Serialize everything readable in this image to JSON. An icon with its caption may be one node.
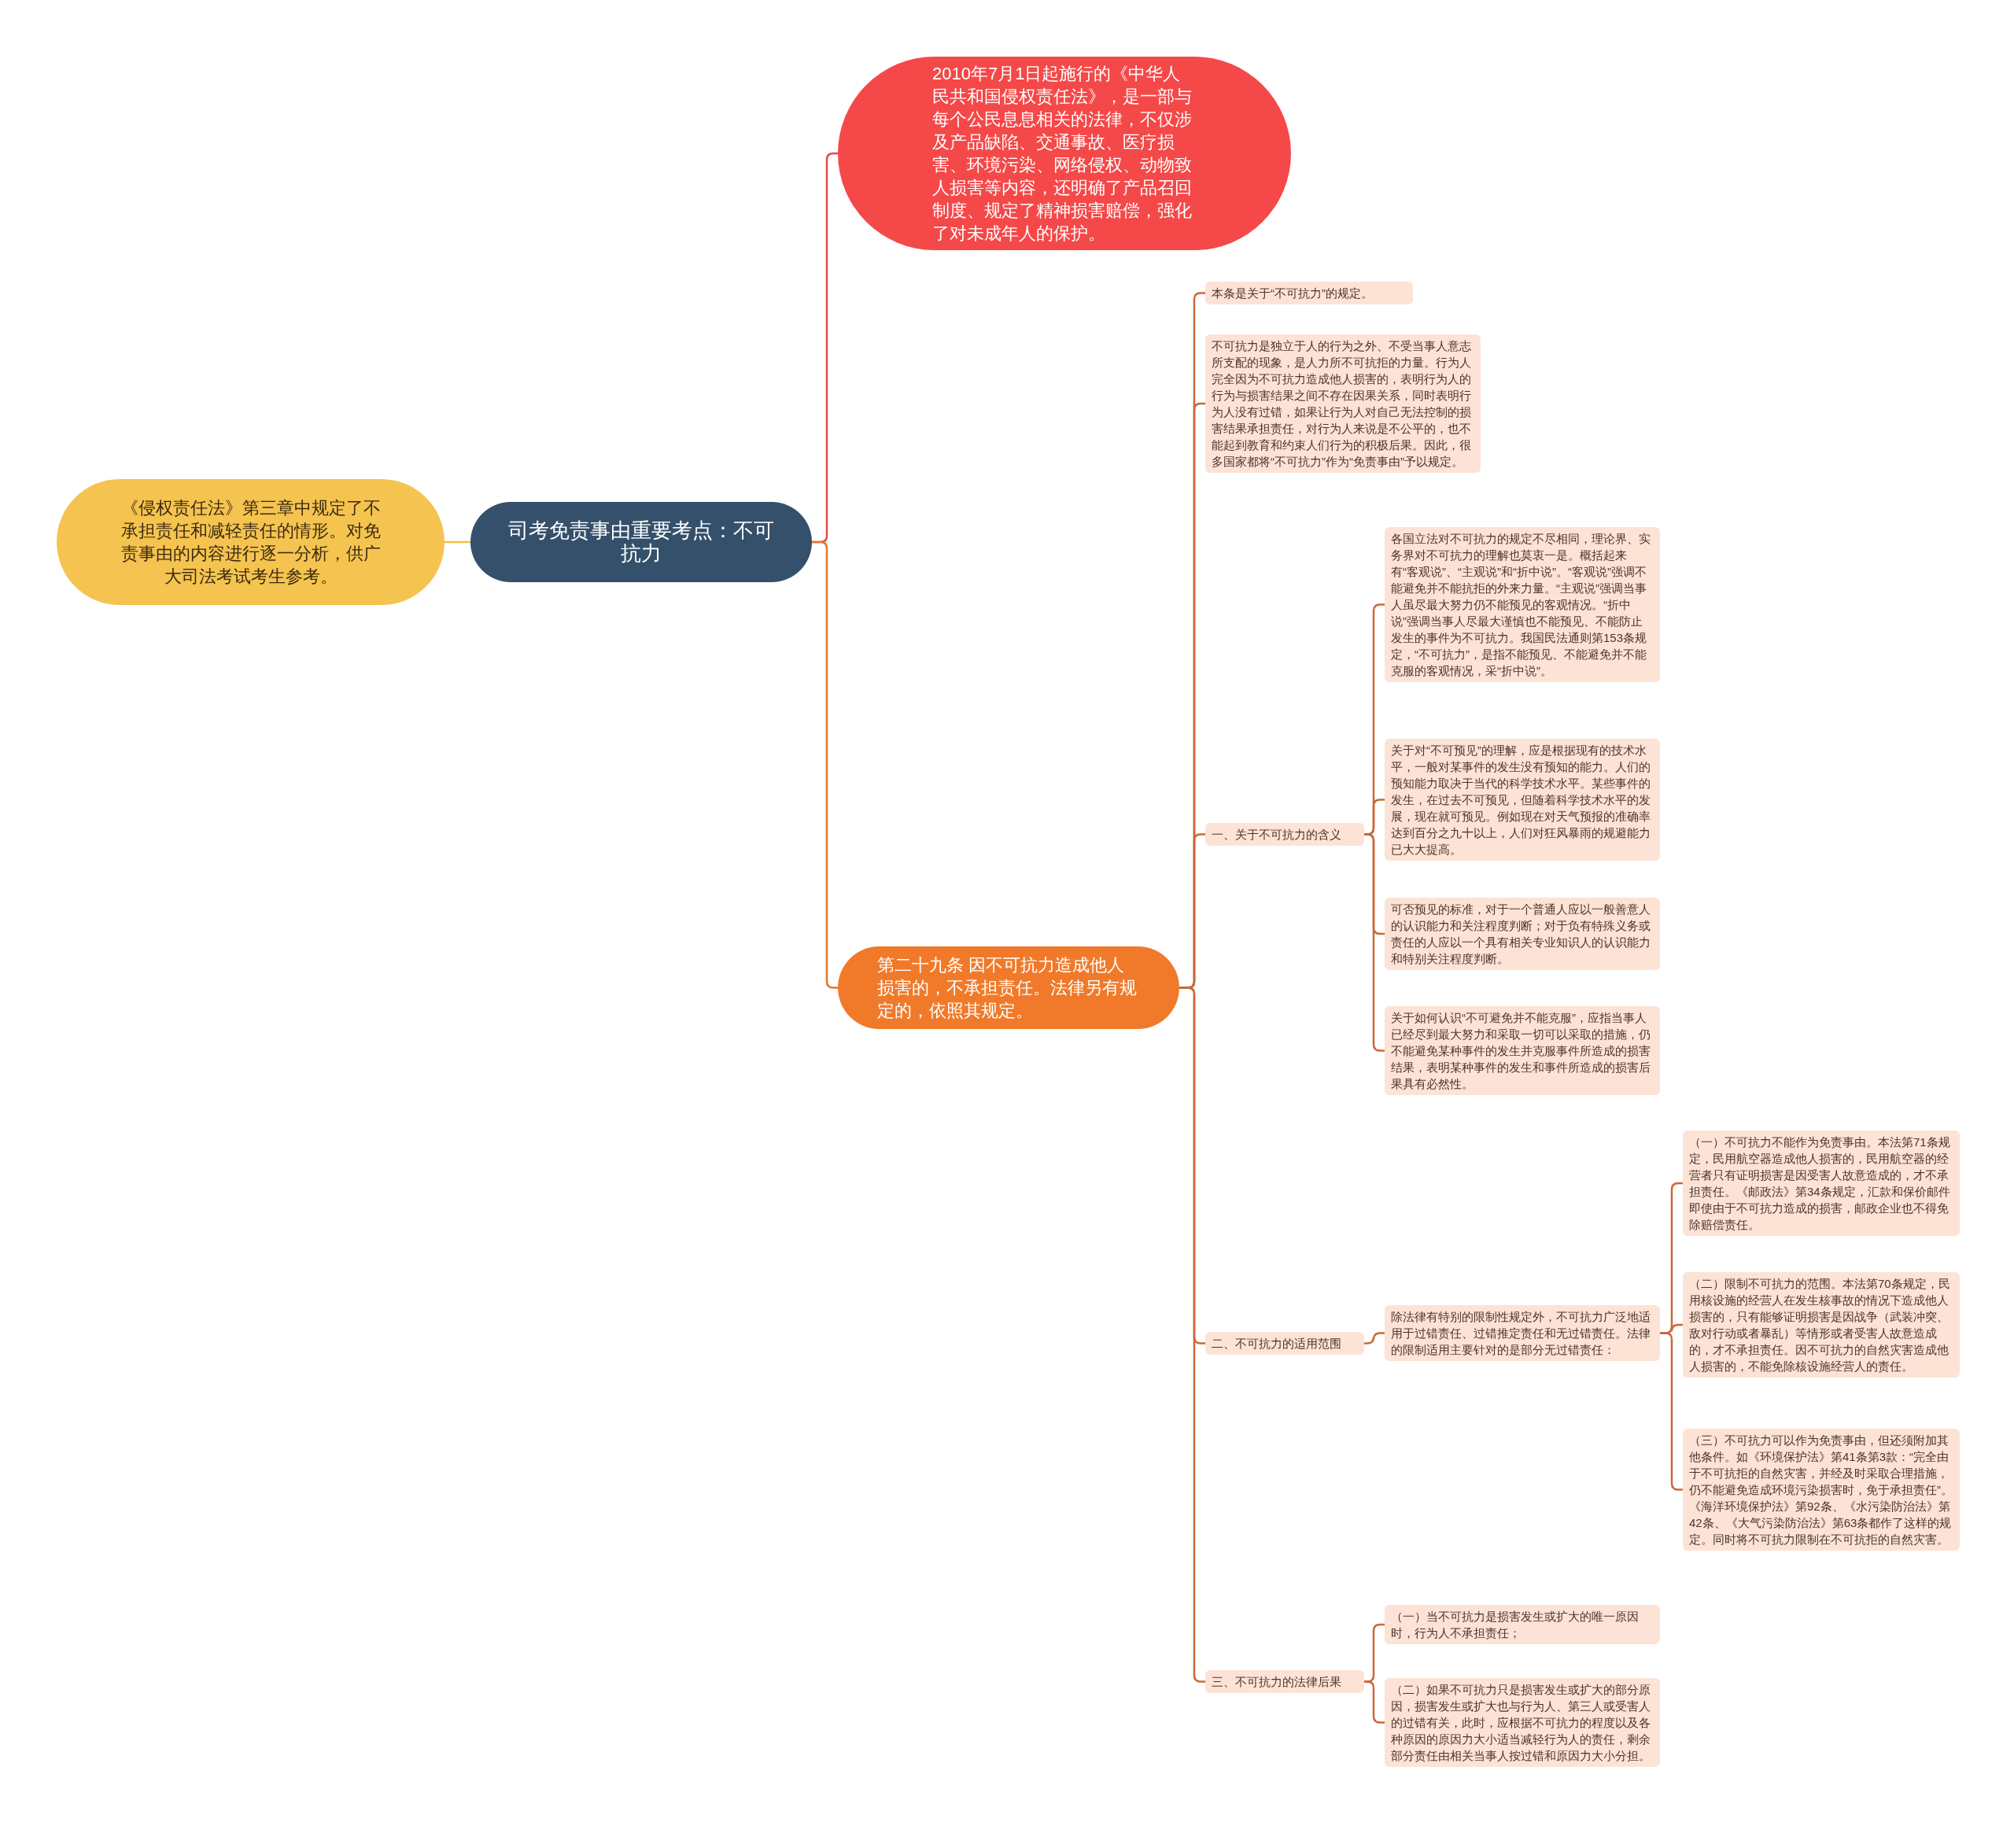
{
  "diagram": {
    "nodes": [
      {
        "text": [
          "司考免责事由重要考点：不可抗力"
        ]
      },
      {
        "text": [
          "2010年7月1日起施行的《中华人民共和国侵权责任法》，是一部与每个公民息息相关的法律，不仅涉及产品缺陷、交通事故、医疗损害、环境污染、网络侵权、动物致人损害等内容，还明确了产品召回制度、规定了精神损害赔偿，强化了对未成年人的保护。"
        ]
      },
      {
        "text": [
          "《侵权责任法》第三章中规定了不承担责任和减轻责任的情形。对免责事由的内容进行逐一分析，供广大司法考试考生参考。"
        ]
      },
      {
        "text": [
          "第二十九条 因不可抗力造成他人损害的，不承担责任。法律另有规定的，依照其规定。"
        ]
      },
      {
        "text": [
          "本条是关于“不可抗力”的规定。"
        ]
      },
      {
        "text": [
          "不可抗力是独立于人的行为之外、不受当事人意志所支配的现象，是人力所不可抗拒的力量。行为人完全因为不可抗力造成他人损害的，表明行为人的行为与损害结果之间不存在因果关系，同时表明行为人没有过错，如果让行为人对自己无法控制的损害结果承担责任，对行为人来说是不公平的，也不能起到教育和约束人们行为的积极后果。因此，很多国家都将“不可抗力”作为“免责事由”予以规定。"
        ]
      },
      {
        "text": [
          "一、关于不可抗力的含义"
        ]
      },
      {
        "text": [
          "各国立法对不可抗力的规定不尽相同，理论界、实务界对不可抗力的理解也莫衷一是。概括起来有“客观说”、“主观说”和“折中说”。“客观说”强调不能避免并不能抗拒的外来力量。“主观说”强调当事人虽尽最大努力仍不能预见的客观情况。“折中说”强调当事人尽最大谨慎也不能预见、不能防止发生的事件为不可抗力。我国民法通则第153条规定，“不可抗力”，是指不能预见、不能避免并不能克服的客观情况，采“折中说”。"
        ]
      },
      {
        "text": [
          "关于对“不可预见”的理解，应是根据现有的技术水平，一般对某事件的发生没有预知的能力。人们的预知能力取决于当代的科学技术水平。某些事件的发生，在过去不可预见，但随着科学技术水平的发展，现在就可预见。例如现在对天气预报的准确率达到百分之九十以上，人们对狂风暴雨的规避能力已大大提高。"
        ]
      },
      {
        "text": [
          "可否预见的标准，对于一个普通人应以一般善意人的认识能力和关注程度判断；对于负有特殊义务或责任的人应以一个具有相关专业知识人的认识能力和特别关注程度判断。"
        ]
      },
      {
        "text": [
          "关于如何认识“不可避免并不能克服”，应指当事人已经尽到最大努力和采取一切可以采取的措施，仍不能避免某种事件的发生并克服事件所造成的损害结果，表明某种事件的发生和事件所造成的损害后果具有必然性。"
        ]
      },
      {
        "text": [
          "二、不可抗力的适用范围"
        ]
      },
      {
        "text": [
          "除法律有特别的限制性规定外，不可抗力广泛地适用于过错责任、过错推定责任和无过错责任。法律的限制适用主要针对的是部分无过错责任："
        ]
      },
      {
        "text": [
          "（一）不可抗力不能作为免责事由。本法第71条规定，民用航空器造成他人损害的，民用航空器的经营者只有证明损害是因受害人故意造成的，才不承担责任。《邮政法》第34条规定，汇款和保价邮件即使由于不可抗力造成的损害，邮政企业也不得免除赔偿责任。"
        ]
      },
      {
        "text": [
          "（二）限制不可抗力的范围。本法第70条规定，民用核设施的经营人在发生核事故的情况下造成他人损害的，只有能够证明损害是因战争（武装冲突、敌对行动或者暴乱）等情形或者受害人故意造成的，才不承担责任。因不可抗力的自然灾害造成他人损害的，不能免除核设施经营人的责任。"
        ]
      },
      {
        "text": [
          "（三）不可抗力可以作为免责事由，但还须附加其他条件。如《环境保护法》第41条第3款：“完全由于不可抗拒的自然灾害，并经及时采取合理措施，仍不能避免造成环境污染损害时，免于承担责任”。《海洋环境保护法》第92条、《水污染防治法》第42条、《大气污染防治法》第63条都作了这样的规定。同时将不可抗力限制在不可抗拒的自然灾害。"
        ]
      },
      {
        "text": [
          "三、不可抗力的法律后果"
        ]
      },
      {
        "text": [
          "（一）当不可抗力是损害发生或扩大的唯一原因时，行为人不承担责任；"
        ]
      },
      {
        "text": [
          "（二）如果不可抗力只是损害发生或扩大的部分原因，损害发生或扩大也与行为人、第三人或受害人的过错有关，此时，应根据不可抗力的程度以及各种原因的原因力大小适当减轻行为人的责任，剩余部分责任由相关当事人按过错和原因力大小分担。"
        ]
      }
    ],
    "edges": [
      {
        "from": 0,
        "to": 1,
        "arrow": "none",
        "color": "#e64a4a"
      },
      {
        "from": 0,
        "to": 2,
        "arrow": "none",
        "color": "#f0c04a"
      },
      {
        "from": 0,
        "to": 3,
        "arrow": "none",
        "color": "#e8742c"
      },
      {
        "from": 3,
        "to": 4,
        "arrow": "none"
      },
      {
        "from": 3,
        "to": 5,
        "arrow": "none"
      },
      {
        "from": 3,
        "to": 6,
        "arrow": "none"
      },
      {
        "from": 3,
        "to": 11,
        "arrow": "none"
      },
      {
        "from": 3,
        "to": 16,
        "arrow": "none"
      },
      {
        "from": 6,
        "to": 7,
        "arrow": "none"
      },
      {
        "from": 6,
        "to": 8,
        "arrow": "none"
      },
      {
        "from": 6,
        "to": 9,
        "arrow": "none"
      },
      {
        "from": 6,
        "to": 10,
        "arrow": "none"
      },
      {
        "from": 11,
        "to": 12,
        "arrow": "none"
      },
      {
        "from": 12,
        "to": 13,
        "arrow": "none"
      },
      {
        "from": 12,
        "to": 14,
        "arrow": "none"
      },
      {
        "from": 12,
        "to": 15,
        "arrow": "none"
      },
      {
        "from": 16,
        "to": 17,
        "arrow": "none"
      },
      {
        "from": 16,
        "to": 18,
        "arrow": "none"
      }
    ]
  }
}
